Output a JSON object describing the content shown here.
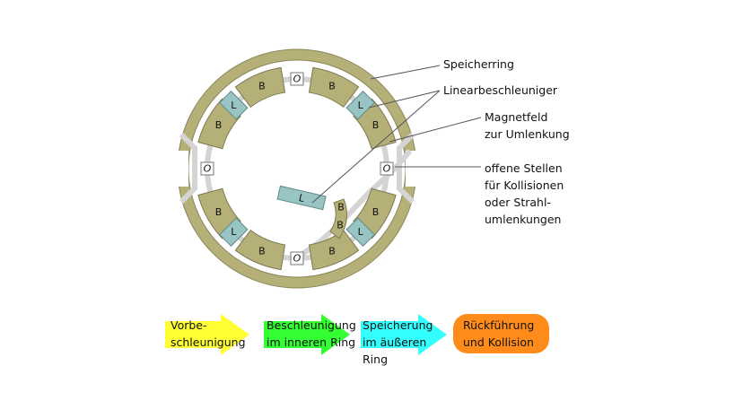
{
  "segment_labels": {
    "bend": "B",
    "linac": "L",
    "open": "O"
  },
  "annotations": {
    "storage_ring": "Speicherring",
    "linear_accelerator": "Linearbeschleuniger",
    "magnetic_field": "Magnetfeld\nzur Umlenkung",
    "open_points": "offene Stellen\nfür Kollisionen\noder Strahl-\numlenkungen"
  },
  "stages": [
    {
      "label": "Vorbe-\nschleunigung",
      "color": "#ffff33"
    },
    {
      "label": "Beschleunigung\nim inneren Ring",
      "color": "#33ff33"
    },
    {
      "label": "Speicherung\nim äußeren Ring",
      "color": "#33ffff"
    },
    {
      "label": "Rückführung\nund Kollision",
      "color": "#ff8c1a"
    }
  ],
  "colors": {
    "outer_ring": "#b4b078",
    "bend_magnet": "#b4b078",
    "linac": "#99c4c4",
    "beam_pipe": "#d4d4d4"
  }
}
